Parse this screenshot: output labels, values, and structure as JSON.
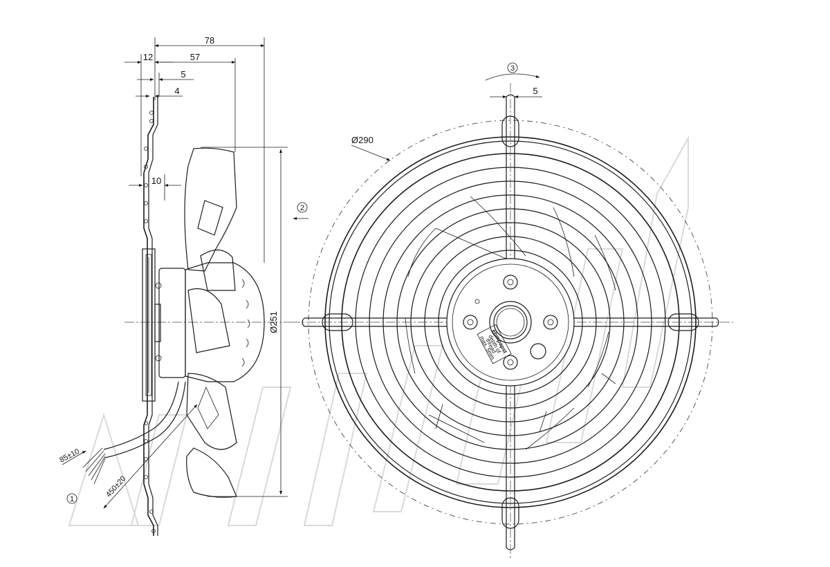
{
  "dimensions": {
    "total_depth": "78",
    "grille_offset": "12",
    "depth_to_blades": "57",
    "flange_5": "5",
    "flange_4": "4",
    "bracket_10": "10",
    "blade_diameter": "Ø251",
    "guard_diameter": "Ø290",
    "spoke_5": "5",
    "lead_strip": "85±10",
    "lead_length": "450±20"
  },
  "callouts": {
    "cable": "1",
    "airflow": "2",
    "rotation": "3"
  },
  "label_plate": {
    "brand": "ebmpapst",
    "line1": "depth of",
    "line2": "thread",
    "line3": "max. 5mm"
  }
}
